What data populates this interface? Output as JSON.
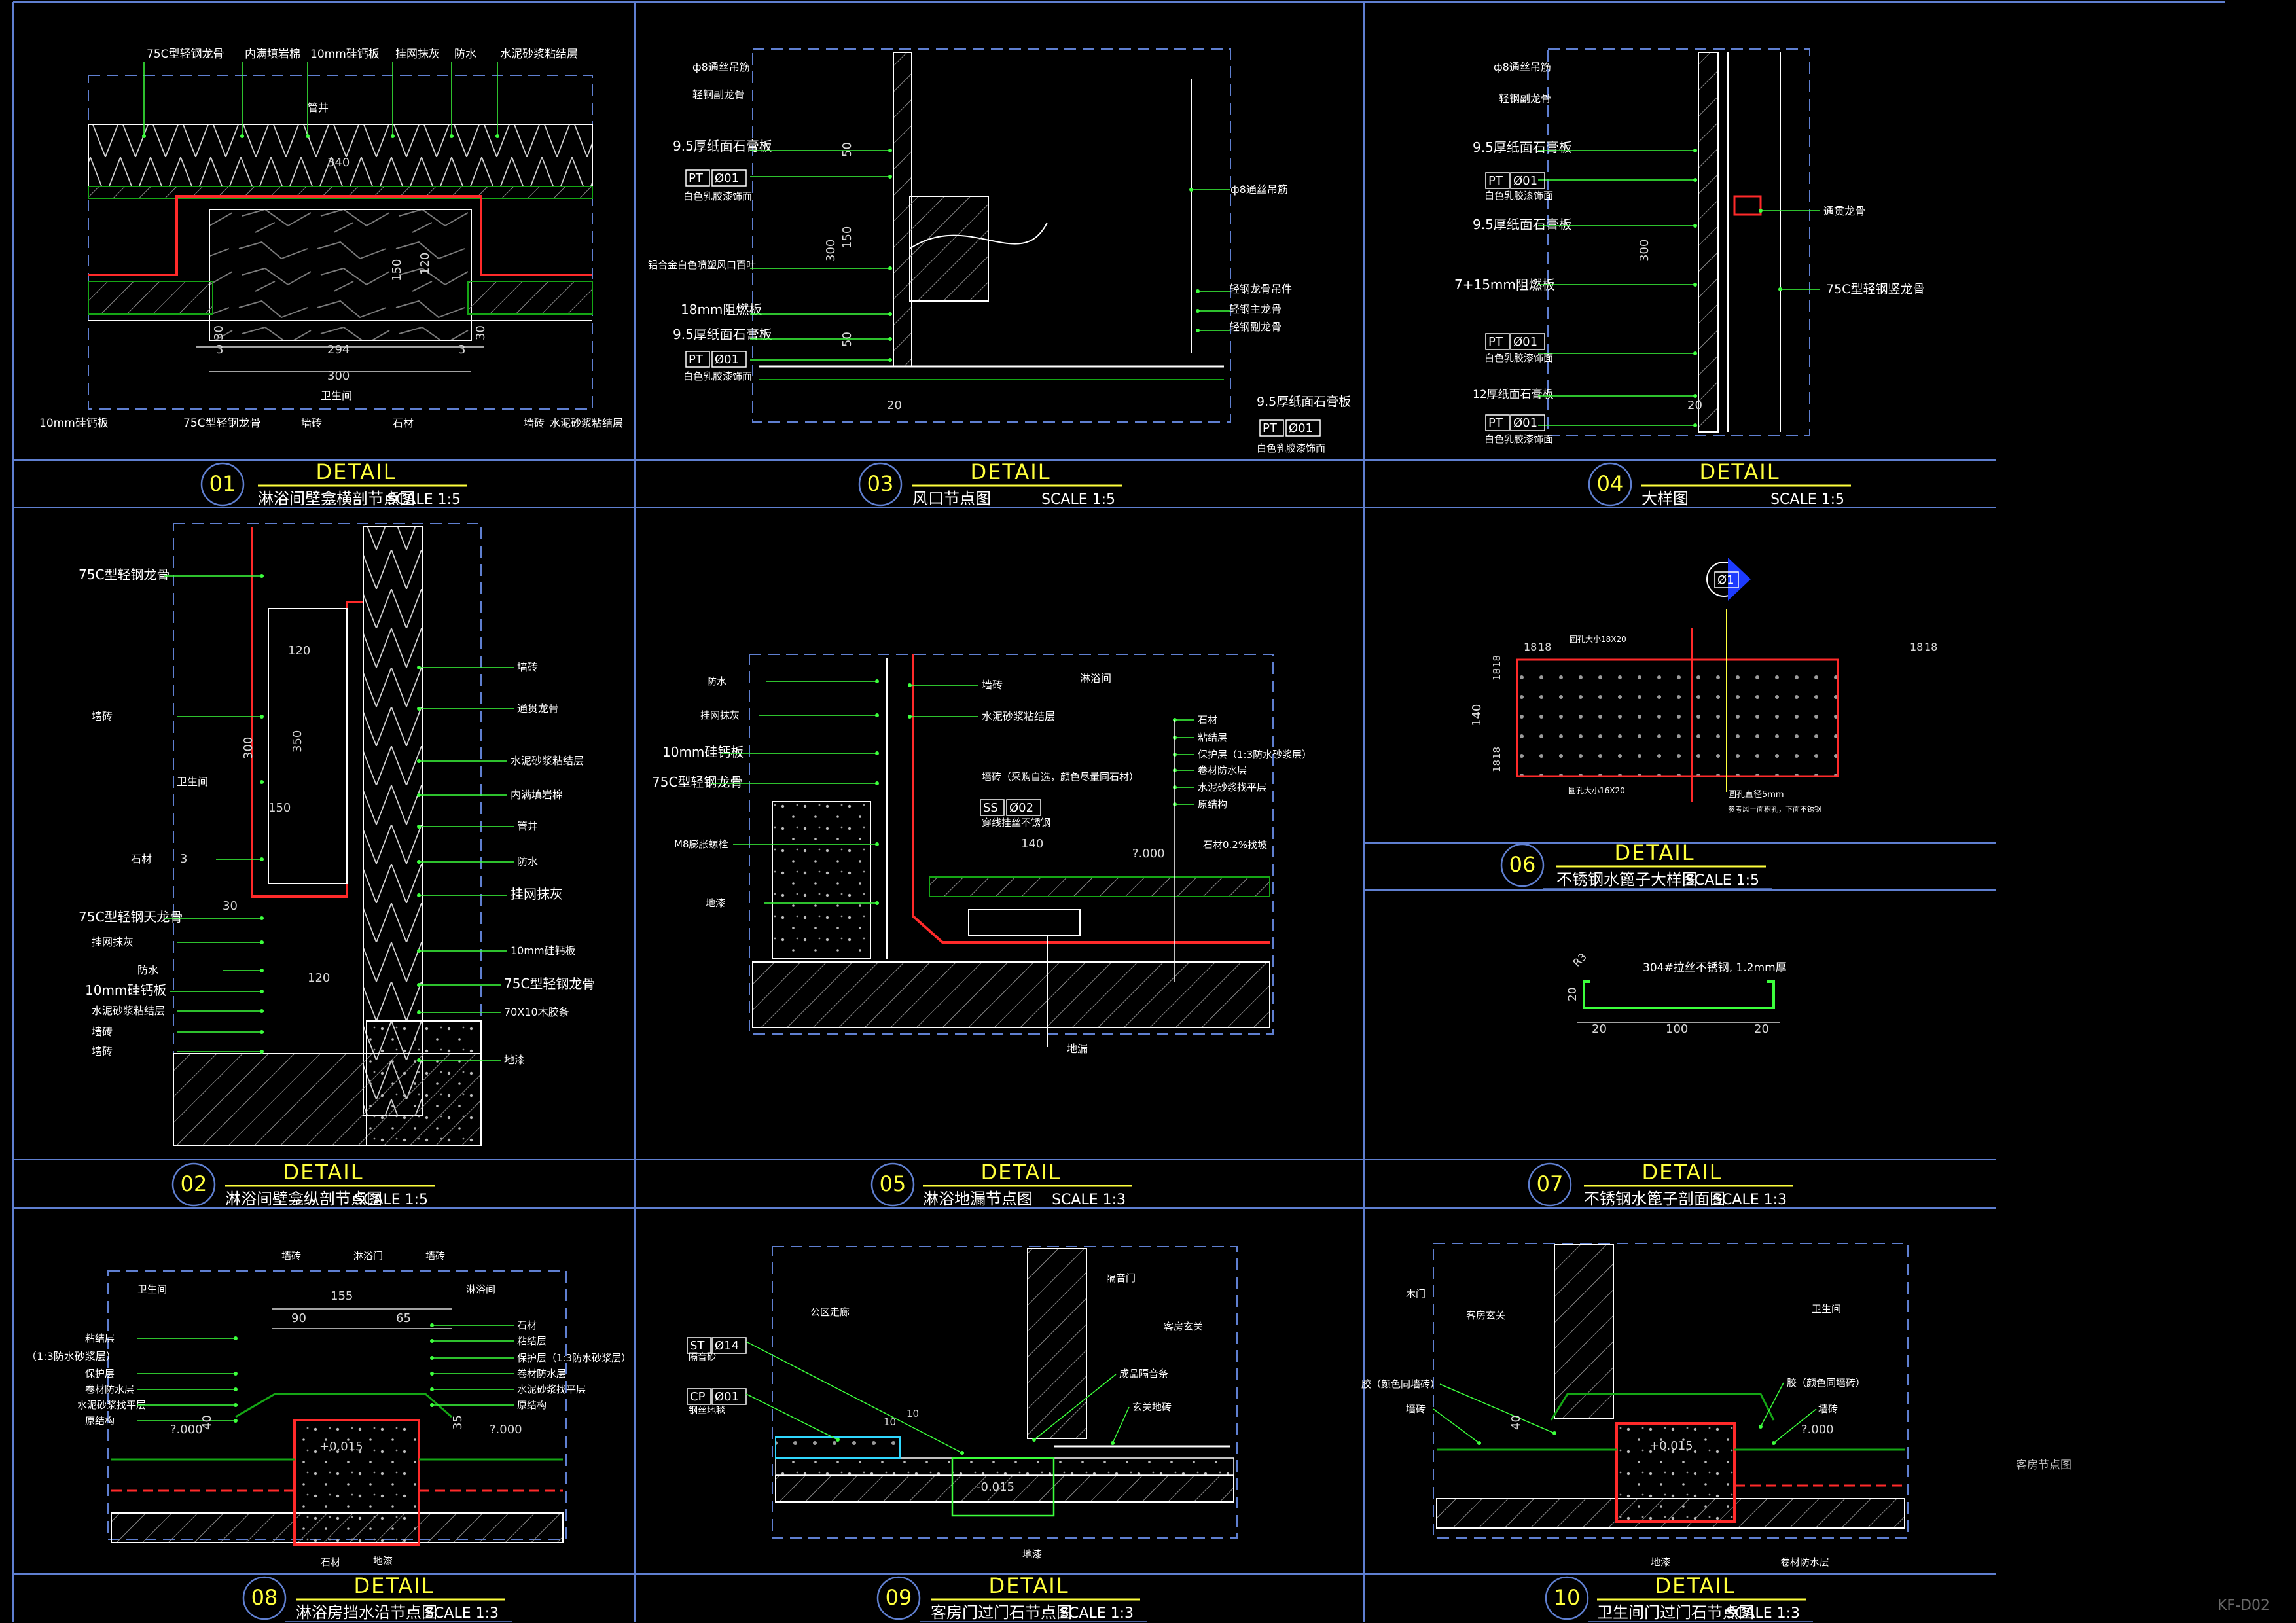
{
  "sheet_code": "KF-D02",
  "side_note": "客房节点图",
  "colors": {
    "background": "#000000",
    "frame": "#5f7fd0",
    "title_yellow": "#ffff3c",
    "leader_green": "#3cff3c",
    "white": "#ffffff",
    "red": "#ff2a2a",
    "cyan": "#30d8ff",
    "blue": "#1d3bff",
    "green": "#15a615",
    "dim": "#d9d9d9"
  },
  "details": [
    {
      "no": "01",
      "heading": "DETAIL",
      "name": "淋浴间壁龛横剖节点图",
      "scale": "SCALE 1:5",
      "labels": [
        "75C型轻钢龙骨",
        "内满填岩棉",
        "10mm硅钙板",
        "挂网抹灰",
        "防水",
        "水泥砂浆粘结层",
        "管井",
        "10mm硅钙板",
        "75C型轻钢龙骨",
        "墙砖",
        "石材",
        "墙砖",
        "水泥砂浆粘结层",
        "卫生间"
      ],
      "dims": [
        "340",
        "294",
        "300",
        "150",
        "120",
        "30",
        "30",
        "3",
        "3"
      ]
    },
    {
      "no": "02",
      "heading": "DETAIL",
      "name": "淋浴间壁龛纵剖节点图",
      "scale": "SCALE 1:5",
      "labels": [
        "75C型轻钢龙骨",
        "墙砖",
        "卫生间",
        "石材",
        "75C型轻钢天龙骨",
        "挂网抹灰",
        "防水",
        "10mm硅钙板",
        "水泥砂浆粘结层",
        "墙砖",
        "墙砖",
        "墙砖",
        "通贯龙骨",
        "水泥砂浆粘结层",
        "内满填岩棉",
        "管井",
        "防水",
        "挂网抹灰",
        "10mm硅钙板",
        "75C型轻钢龙骨",
        "70X10木胶条",
        "地漆"
      ],
      "dims": [
        "120",
        "300",
        "350",
        "150",
        "30",
        "120",
        "3"
      ]
    },
    {
      "no": "03",
      "heading": "DETAIL",
      "name": "风口节点图",
      "scale": "SCALE 1:5",
      "labels": [
        "ф8通丝吊筋",
        "轻钢副龙骨",
        "9.5厚纸面石膏板",
        "白色乳胶漆饰面",
        "铝合金白色喷塑风口百叶",
        "18mm阻燃板",
        "9.5厚纸面石膏板",
        "白色乳胶漆饰面",
        "ф8通丝吊筋",
        "轻钢龙骨吊件",
        "轻钢主龙骨",
        "轻钢副龙骨",
        "9.5厚纸面石膏板",
        "白色乳胶漆饰面"
      ],
      "tags": [
        "PT",
        "Ø01",
        "PT",
        "Ø01",
        "PT",
        "Ø01"
      ],
      "dims": [
        "50",
        "150",
        "300",
        "50",
        "20"
      ]
    },
    {
      "no": "04",
      "heading": "DETAIL",
      "name": "大样图",
      "scale": "SCALE 1:5",
      "labels": [
        "ф8通丝吊筋",
        "轻钢副龙骨",
        "9.5厚纸面石膏板",
        "白色乳胶漆饰面",
        "9.5厚纸面石膏板",
        "7+15mm阻燃板",
        "白色乳胶漆饰面",
        "12厚纸面石膏板",
        "白色乳胶漆饰面",
        "通贯龙骨",
        "75C型轻钢竖龙骨"
      ],
      "tags": [
        "PT",
        "Ø01",
        "PT",
        "Ø01",
        "PT",
        "Ø01"
      ],
      "dims": [
        "300",
        "20"
      ]
    },
    {
      "no": "05",
      "heading": "DETAIL",
      "name": "淋浴地漏节点图",
      "scale": "SCALE 1:3",
      "labels": [
        "防水",
        "挂网抹灰",
        "10mm硅钙板",
        "75C型轻钢龙骨",
        "M8膨胀螺栓",
        "地漆",
        "墙砖",
        "水泥砂浆粘结层",
        "淋浴间",
        "墙砖（采购自选，颜色尽量同石材）",
        "穿线挂丝不锈钢",
        "石材",
        "粘结层",
        "保护层（1:3防水砂浆层）",
        "卷材防水层",
        "水泥砂浆找平层",
        "原结构",
        "石材0.2%找坡",
        "地漏"
      ],
      "tags": [
        "SS",
        "Ø02"
      ],
      "dims": [
        "140",
        "?.000"
      ]
    },
    {
      "no": "06",
      "heading": "DETAIL",
      "name": "不锈钢水篦子大样图",
      "scale": "SCALE 1:5",
      "labels": [
        "圆孔大小18X20",
        "圆孔大小16X20",
        "圆孔直径5mm",
        "参考风土面积孔，下面不锈钢"
      ],
      "tags": [
        "Ø1"
      ],
      "dims": [
        "18",
        "18",
        "18",
        "18",
        "18",
        "18",
        "140",
        "18",
        "18"
      ]
    },
    {
      "no": "07",
      "heading": "DETAIL",
      "name": "不锈钢水篦子剖面图",
      "scale": "SCALE 1:3",
      "labels": [
        "304#拉丝不锈钢, 1.2mm厚"
      ],
      "dims": [
        "R3",
        "20",
        "20",
        "100",
        "20"
      ]
    },
    {
      "no": "08",
      "heading": "DETAIL",
      "name": "淋浴房挡水沿节点图",
      "scale": "SCALE 1:3",
      "labels": [
        "墙砖",
        "淋浴门",
        "墙砖",
        "卫生间",
        "淋浴间",
        "（1:3防水砂浆层）",
        "粘结层",
        "保护层",
        "卷材防水层",
        "水泥砂浆找平层",
        "原结构",
        "石材",
        "粘结层",
        "保护层（1:3防水砂浆层）",
        "卷材防水层",
        "水泥砂浆找平层",
        "原结构",
        "石材",
        "地漆"
      ],
      "dims": [
        "155",
        "90",
        "65",
        "40",
        "35",
        "?.000",
        "?.000",
        "+0.015"
      ]
    },
    {
      "no": "09",
      "heading": "DETAIL",
      "name": "客房门过门石节点图",
      "scale": "SCALE 1:3",
      "labels": [
        "公区走廊",
        "隔音门",
        "客房玄关",
        "成品隔音条",
        "玄关地砖",
        "隔音砂",
        "钢丝地毯",
        "地漆"
      ],
      "tags": [
        "ST",
        "Ø14",
        "CP",
        "Ø01"
      ],
      "dims": [
        "10",
        "10",
        "-0.015"
      ]
    },
    {
      "no": "10",
      "heading": "DETAIL",
      "name": "卫生间门过门石节点图",
      "scale": "SCALE 1:3",
      "labels": [
        "木门",
        "客房玄关",
        "卫生间",
        "胶（颜色同墙砖）",
        "胶（颜色同墙砖）",
        "墙砖",
        "墙砖",
        "地漆",
        "卷材防水层"
      ],
      "dims": [
        "40",
        "+0.015",
        "?.000"
      ]
    }
  ]
}
